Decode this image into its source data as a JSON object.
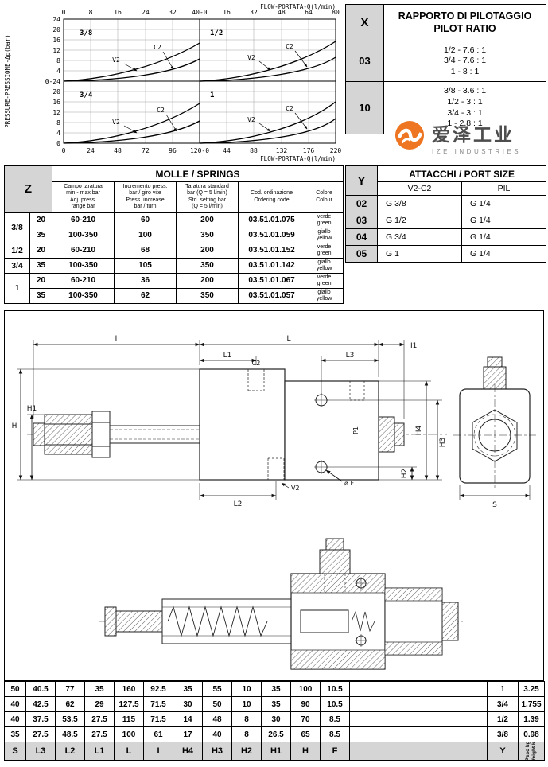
{
  "chart": {
    "ylabel": "PRESSURE-PRESSIONE-Δp(bar)",
    "flow_label_top": "FLOW-PORTATA-Q(l/min)",
    "flow_label_bottom": "FLOW-PORTATA-Q(l/min)",
    "top_ticks": [
      "0",
      "8",
      "16",
      "24",
      "32",
      "40-0",
      "16",
      "32",
      "48",
      "64",
      "80"
    ],
    "bottom_ticks": [
      "0",
      "24",
      "48",
      "72",
      "96",
      "120-0",
      "44",
      "88",
      "132",
      "176",
      "220"
    ],
    "y_ticks": [
      "24",
      "20",
      "16",
      "12",
      "8",
      "4",
      "0-24",
      "20",
      "16",
      "12",
      "8",
      "4",
      "0"
    ],
    "size_labels": {
      "s38": "3/8",
      "s12": "1/2",
      "s34": "3/4",
      "s1": "1"
    },
    "series_labels": {
      "v2": "V2",
      "c2": "C2"
    }
  },
  "chart_data": [
    {
      "type": "line",
      "title": "3/8",
      "xlabel": "FLOW-PORTATA-Q(l/min)",
      "ylabel": "PRESSURE-PRESSIONE-Δp(bar)",
      "xlim": [
        0,
        40
      ],
      "ylim": [
        0,
        24
      ],
      "grid": true,
      "legend_position": "on-curve",
      "x": [
        0,
        10,
        20,
        30,
        40
      ],
      "series": [
        {
          "name": "V2",
          "values": [
            0,
            1.5,
            4,
            9,
            16
          ]
        },
        {
          "name": "C2",
          "values": [
            0,
            1,
            2.5,
            5.5,
            10
          ]
        }
      ]
    },
    {
      "type": "line",
      "title": "1/2",
      "xlabel": "FLOW-PORTATA-Q(l/min)",
      "ylabel": "PRESSURE-PRESSIONE-Δp(bar)",
      "xlim": [
        0,
        80
      ],
      "ylim": [
        0,
        24
      ],
      "grid": true,
      "legend_position": "on-curve",
      "x": [
        0,
        20,
        40,
        60,
        80
      ],
      "series": [
        {
          "name": "V2",
          "values": [
            0,
            1.5,
            4.5,
            10,
            17
          ]
        },
        {
          "name": "C2",
          "values": [
            0,
            1,
            3,
            6,
            11
          ]
        }
      ]
    },
    {
      "type": "line",
      "title": "3/4",
      "xlabel": "FLOW-PORTATA-Q(l/min)",
      "ylabel": "PRESSURE-PRESSIONE-Δp(bar)",
      "xlim": [
        0,
        120
      ],
      "ylim": [
        0,
        24
      ],
      "grid": true,
      "legend_position": "on-curve",
      "x": [
        0,
        30,
        60,
        90,
        120
      ],
      "series": [
        {
          "name": "V2",
          "values": [
            0,
            2,
            5,
            11,
            18
          ]
        },
        {
          "name": "C2",
          "values": [
            0,
            1,
            3,
            6.5,
            12
          ]
        }
      ]
    },
    {
      "type": "line",
      "title": "1",
      "xlabel": "FLOW-PORTATA-Q(l/min)",
      "ylabel": "PRESSURE-PRESSIONE-Δp(bar)",
      "xlim": [
        0,
        220
      ],
      "ylim": [
        0,
        24
      ],
      "grid": true,
      "legend_position": "on-curve",
      "x": [
        0,
        55,
        110,
        165,
        220
      ],
      "series": [
        {
          "name": "V2",
          "values": [
            0,
            2,
            5.5,
            12,
            19
          ]
        },
        {
          "name": "C2",
          "values": [
            0,
            1,
            3.5,
            7.5,
            13
          ]
        }
      ]
    }
  ],
  "pilot_table": {
    "corner": "X",
    "title_it": "RAPPORTO DI PILOTAGGIO",
    "title_en": "PILOT RATIO",
    "rows": [
      {
        "code": "03",
        "ratios": [
          "1/2 - 7.6 : 1",
          "3/4 - 7.6 : 1",
          "1 - 8 : 1"
        ]
      },
      {
        "code": "10",
        "ratios": [
          "3/8 - 3.6 : 1",
          "1/2 - 3 : 1",
          "3/4 - 3 : 1",
          "1 - 2.8 : 1"
        ]
      }
    ]
  },
  "springs_table": {
    "corner": "Z",
    "title": "MOLLE / SPRINGS",
    "headers": {
      "range": [
        "Campo taratura",
        "min - max bar",
        "Adj. press.",
        "range bar"
      ],
      "increase": [
        "Incremento press.",
        "bar / giro vite",
        "Press. increase",
        "bar / turn"
      ],
      "setting": [
        "Taratura standard",
        "bar (Q = 5 l/min)",
        "Std. setting bar",
        "(Q = 5 l/min)"
      ],
      "code": [
        "Cod. ordinazione",
        "Ordering code"
      ],
      "colour": [
        "Colore",
        "Colour"
      ]
    },
    "rows": [
      {
        "size": "3/8",
        "adj": "20",
        "range": "60-210",
        "increase": "60",
        "setting": "200",
        "code": "03.51.01.075",
        "colour_it": "verde",
        "colour_en": "green"
      },
      {
        "size": "",
        "adj": "35",
        "range": "100-350",
        "increase": "100",
        "setting": "350",
        "code": "03.51.01.059",
        "colour_it": "giallo",
        "colour_en": "yellow"
      },
      {
        "size": "1/2",
        "adj": "20",
        "range": "60-210",
        "increase": "68",
        "setting": "200",
        "code": "03.51.01.152",
        "colour_it": "verde",
        "colour_en": "green"
      },
      {
        "size": "3/4",
        "adj": "35",
        "range": "100-350",
        "increase": "105",
        "setting": "350",
        "code": "03.51.01.142",
        "colour_it": "giallo",
        "colour_en": "yellow"
      },
      {
        "size": "1",
        "adj": "20",
        "range": "60-210",
        "increase": "36",
        "setting": "200",
        "code": "03.51.01.067",
        "colour_it": "verde",
        "colour_en": "green"
      },
      {
        "size": "",
        "adj": "35",
        "range": "100-350",
        "increase": "62",
        "setting": "350",
        "code": "03.51.01.057",
        "colour_it": "giallo",
        "colour_en": "yellow"
      }
    ]
  },
  "port_table": {
    "corner": "Y",
    "title": "ATTACCHI / PORT SIZE",
    "col1": "V2-C2",
    "col2": "PIL",
    "rows": [
      {
        "code": "02",
        "v2c2": "G 3/8",
        "pil": "G 1/4"
      },
      {
        "code": "03",
        "v2c2": "G 1/2",
        "pil": "G 1/4"
      },
      {
        "code": "04",
        "v2c2": "G 3/4",
        "pil": "G 1/4"
      },
      {
        "code": "05",
        "v2c2": "G 1",
        "pil": "G 1/4"
      }
    ]
  },
  "watermark": {
    "name_zh": "爱泽工业",
    "name_en": "IZE INDUSTRIES",
    "accent": "#ee7623"
  },
  "drawing": {
    "labels": {
      "i": "I",
      "l": "L",
      "i1": "I1",
      "l1": "L1",
      "c2": "C2",
      "l3": "L3",
      "l2": "L2",
      "v2": "V2",
      "h": "H",
      "h1": "H1",
      "h2": "H2",
      "h3": "H3",
      "h4": "H4",
      "p1": "P1",
      "f": "ø F",
      "s": "S"
    }
  },
  "dim_table": {
    "headers": [
      "S",
      "L3",
      "L2",
      "L1",
      "L",
      "I",
      "H4",
      "H3",
      "H2",
      "H1",
      "H",
      "F",
      "",
      "Y"
    ],
    "weight_it": "Peso kg",
    "weight_en": "Weight kg",
    "rows": [
      [
        "50",
        "40.5",
        "77",
        "35",
        "160",
        "92.5",
        "35",
        "55",
        "10",
        "35",
        "100",
        "10.5",
        "",
        "1",
        "3.25"
      ],
      [
        "40",
        "42.5",
        "62",
        "29",
        "127.5",
        "71.5",
        "30",
        "50",
        "10",
        "35",
        "90",
        "10.5",
        "",
        "3/4",
        "1.755"
      ],
      [
        "40",
        "37.5",
        "53.5",
        "27.5",
        "115",
        "71.5",
        "14",
        "48",
        "8",
        "30",
        "70",
        "8.5",
        "",
        "1/2",
        "1.39"
      ],
      [
        "35",
        "27.5",
        "48.5",
        "27.5",
        "100",
        "61",
        "17",
        "40",
        "8",
        "26.5",
        "65",
        "8.5",
        "",
        "3/8",
        "0.98"
      ]
    ]
  }
}
